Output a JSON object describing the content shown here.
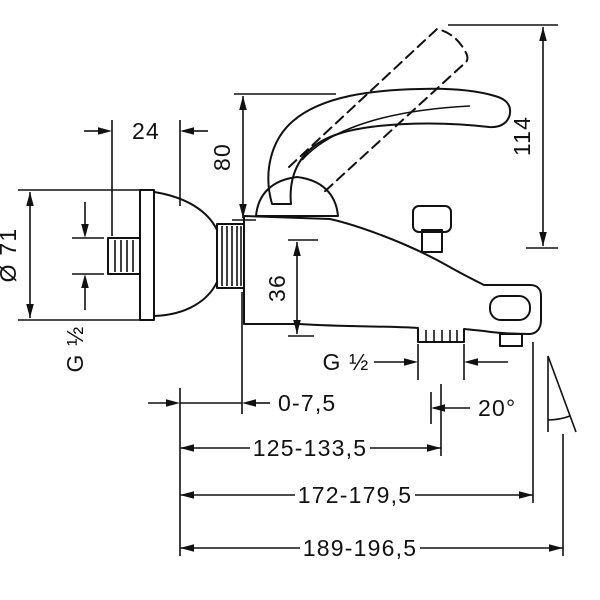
{
  "colors": {
    "line": "#111111",
    "background": "#ffffff"
  },
  "dimensions": {
    "plate_depth": "24",
    "handle_height": "80",
    "total_height": "114",
    "escutcheon_diameter": "Ø 71",
    "outlet_drop": "36",
    "inlet_thread": "G ½",
    "shower_thread": "G ½",
    "adjustment_range": "0-7,5",
    "outlet_angle": "20°",
    "projection_to_outlet": "125-133,5",
    "projection_to_spout_end": "172-179,5",
    "overall_projection": "189-196,5"
  }
}
